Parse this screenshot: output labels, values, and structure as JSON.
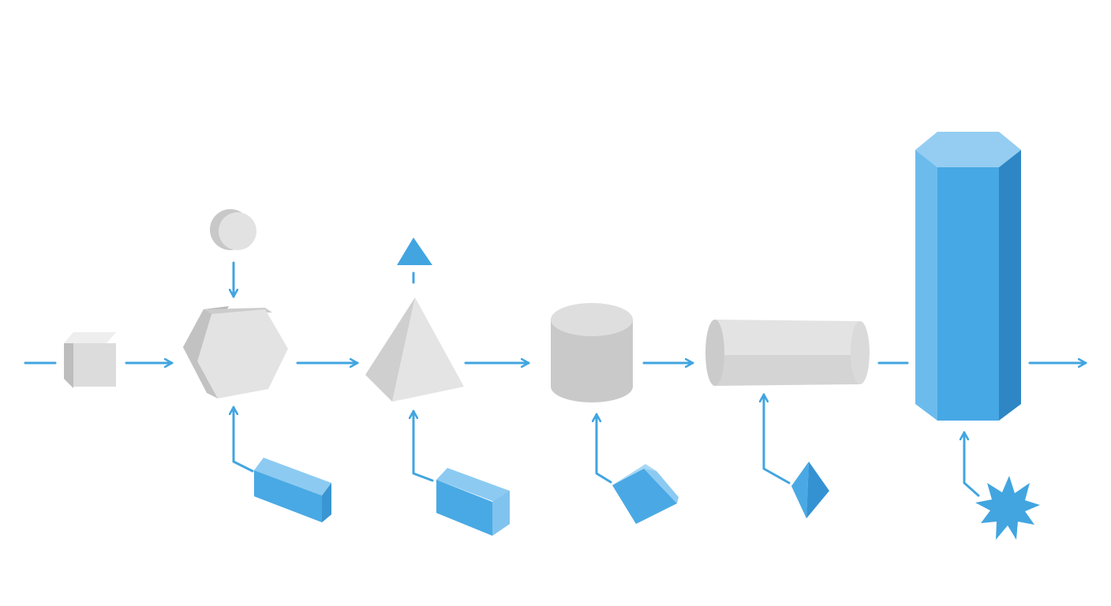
{
  "colors": {
    "background": "#ffffff",
    "connector": "#42a5e0",
    "gray_face_light": "#e6e6e6",
    "gray_face_mid": "#d2d2d2",
    "gray_face_dark": "#b9b9b9",
    "blue_face_light": "#8ccaf2",
    "blue_face_mid": "#4aa9e4",
    "blue_face_dark": "#2f86c4"
  },
  "diagram": {
    "stages": [
      {
        "id": "stage-1",
        "shape": "cube",
        "tone": "gray"
      },
      {
        "id": "stage-2",
        "shape": "hexagonal-prism",
        "tone": "gray",
        "input_above": "sphere",
        "input_below": "blue-block"
      },
      {
        "id": "stage-3",
        "shape": "pyramid",
        "tone": "gray",
        "output_above": "blue-triangle",
        "input_below": "blue-block"
      },
      {
        "id": "stage-4",
        "shape": "cylinder",
        "tone": "gray",
        "input_below": "blue-tilted-cube"
      },
      {
        "id": "stage-5",
        "shape": "horizontal-cylinder",
        "tone": "gray",
        "input_below": "blue-diamond"
      },
      {
        "id": "stage-6",
        "shape": "tall-hexagonal-prism",
        "tone": "blue",
        "input_below": "blue-starburst"
      }
    ]
  }
}
